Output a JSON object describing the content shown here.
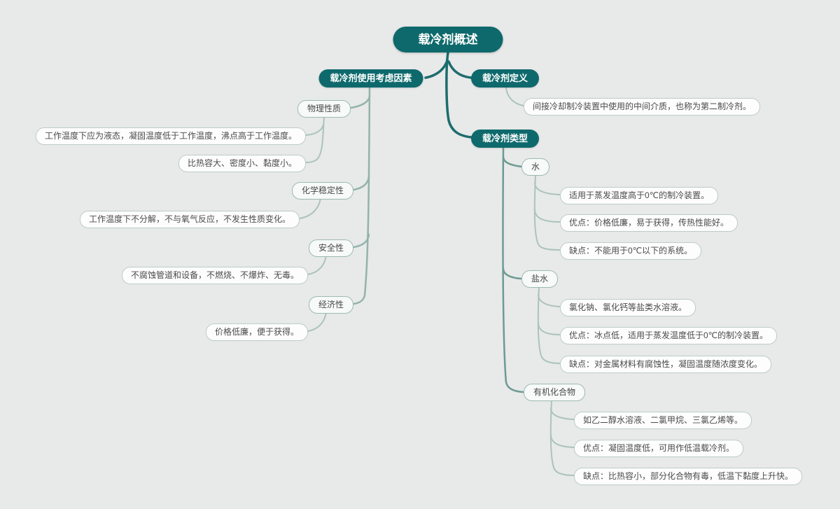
{
  "root": {
    "label": "载冷剂概述"
  },
  "left": {
    "label": "载冷剂使用考虑因素",
    "children": [
      {
        "label": "物理性质",
        "leaves": [
          "工作温度下应为液态，凝固温度低于工作温度，沸点高于工作温度。",
          "比热容大、密度小、黏度小。"
        ]
      },
      {
        "label": "化学稳定性",
        "leaves": [
          "工作温度下不分解，不与氧气反应，不发生性质变化。"
        ]
      },
      {
        "label": "安全性",
        "leaves": [
          "不腐蚀管道和设备，不燃烧、不爆炸、无毒。"
        ]
      },
      {
        "label": "经济性",
        "leaves": [
          "价格低廉，便于获得。"
        ]
      }
    ]
  },
  "definition": {
    "label": "载冷剂定义",
    "leaves": [
      "间接冷却制冷装置中使用的中间介质，也称为第二制冷剂。"
    ]
  },
  "types": {
    "label": "载冷剂类型",
    "children": [
      {
        "label": "水",
        "leaves": [
          "适用于蒸发温度高于0℃的制冷装置。",
          "优点：价格低廉，易于获得，传热性能好。",
          "缺点：不能用于0℃以下的系统。"
        ]
      },
      {
        "label": "盐水",
        "leaves": [
          "氯化钠、氯化钙等盐类水溶液。",
          "优点：冰点低，适用于蒸发温度低于0℃的制冷装置。",
          "缺点：对金属材料有腐蚀性，凝固温度随浓度变化。"
        ]
      },
      {
        "label": "有机化合物",
        "leaves": [
          "如乙二醇水溶液、二氯甲烷、三氯乙烯等。",
          "优点：凝固温度低，可用作低温载冷剂。",
          "缺点：比热容小，部分化合物有毒，低温下黏度上升快。"
        ]
      }
    ]
  },
  "colors": {
    "background": "#e8e9e9",
    "topic_fill": "#0e696c",
    "topic_text": "#ffffff",
    "edge_primary": "#1d6c6d",
    "edge_branch_left": "#93b3aa",
    "edge_branch_right": "#6e9a93",
    "edge_leaf": "#abc3bb",
    "leaf_border": "#bccdc6",
    "leaf_text": "#4a4a4a"
  }
}
